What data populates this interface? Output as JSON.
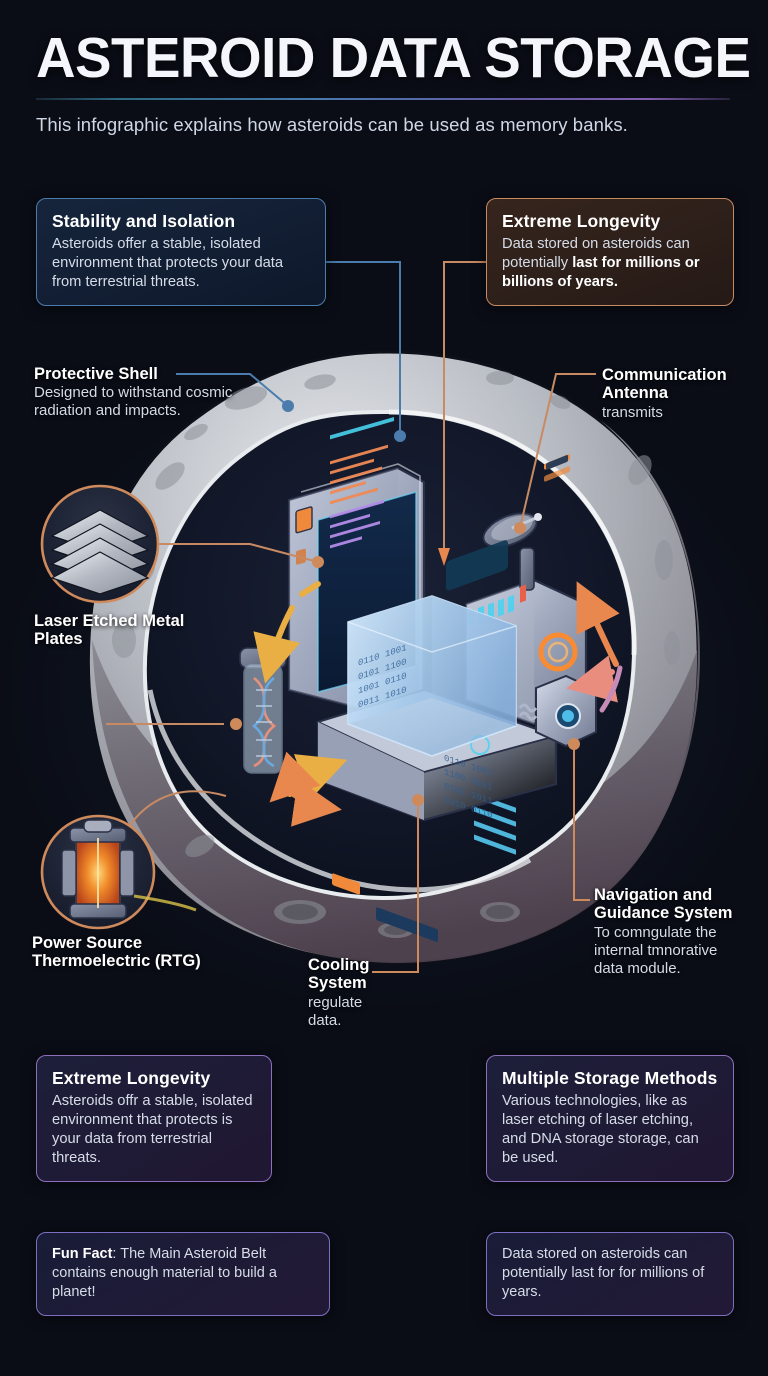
{
  "header": {
    "title": "ASTEROID DATA STORAGE",
    "subtitle": "This infographic explains how asteroids can be used as memory banks."
  },
  "cards": {
    "stability": {
      "title": "Stability and Isolation",
      "body": "Asteroids offer a stable, isolated environment that protects your data from terrestrial threats."
    },
    "longevity_top": {
      "title": "Extreme Longevity",
      "body_plain": "Data stored on asteroids can potentially ",
      "body_bold": "last for millions or billions of years."
    },
    "longevity_bottom": {
      "title": "Extreme Longevity",
      "body": "Asteroids offr a stable, isolated environment that protects is your data from terrestrial threats."
    },
    "methods": {
      "title": "Multiple Storage Methods",
      "body": "Various technologies, like as laser etching of laser etching, and DNA storage storage, can be used."
    },
    "funfact": {
      "label": "Fun Fact",
      "body": ": The Main Asteroid Belt contains enough material to build a planet!"
    },
    "lastfor": {
      "body": "Data stored on asteroids can potentially last for for millions of years."
    }
  },
  "annotations": {
    "protective_shell": {
      "title": "Protective Shell",
      "body": "Designed to withstand cosmic radiation and impacts."
    },
    "communication_antenna": {
      "title": "Communication Antenna",
      "body": "transmits"
    },
    "laser_etched_plates": {
      "title": "Laser Etched Metal Plates",
      "body": ""
    },
    "power_source": {
      "title": "Power Source Thermoelectric (RTG)",
      "body": ""
    },
    "cooling_system": {
      "title": "Cooling System",
      "body": "regulate data."
    },
    "navigation": {
      "title": "Navigation and Guidance System",
      "body": "To comngulate the internal tmnorative data module."
    }
  },
  "illustration": {
    "scene_name": "asteroid-cutaway-data-center",
    "parts": [
      "asteroid-body",
      "server-rack",
      "crystal-data-cube",
      "satellite-dish",
      "relay-module",
      "dna-vial",
      "base-console",
      "sensor-module"
    ]
  },
  "icons": {
    "metal_plates_inset": "stacked-metal-plates-icon",
    "rtg_inset": "thermoelectric-generator-icon"
  },
  "colors": {
    "background": "#0a0d16",
    "accent_blue": "#4b7cad",
    "accent_orange": "#e08a52",
    "accent_copper": "#c88a62",
    "accent_violet": "#8d6fbe",
    "accent_amber": "#e8b04a",
    "accent_salmon": "#e8857a",
    "text_primary": "#ffffff",
    "text_secondary": "#d6dde9",
    "asteroid_light": "#c9cdd2",
    "asteroid_dark": "#4e4a52"
  }
}
